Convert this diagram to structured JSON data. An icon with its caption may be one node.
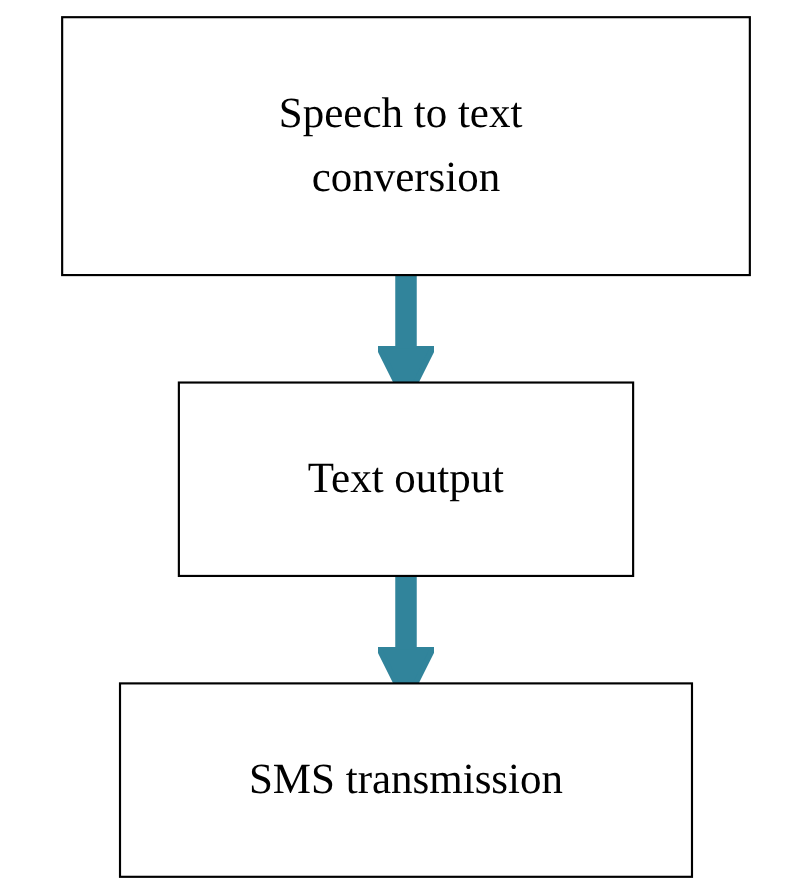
{
  "diagram": {
    "nodes": [
      {
        "text": [
          "Speech to text conversion"
        ]
      },
      {
        "text": [
          "Text output"
        ]
      },
      {
        "text": [
          "SMS transmission"
        ]
      }
    ],
    "edges": [
      {
        "from": 0,
        "to": 1,
        "arrow": "to"
      },
      {
        "from": 1,
        "to": 2,
        "arrow": "to"
      }
    ]
  }
}
